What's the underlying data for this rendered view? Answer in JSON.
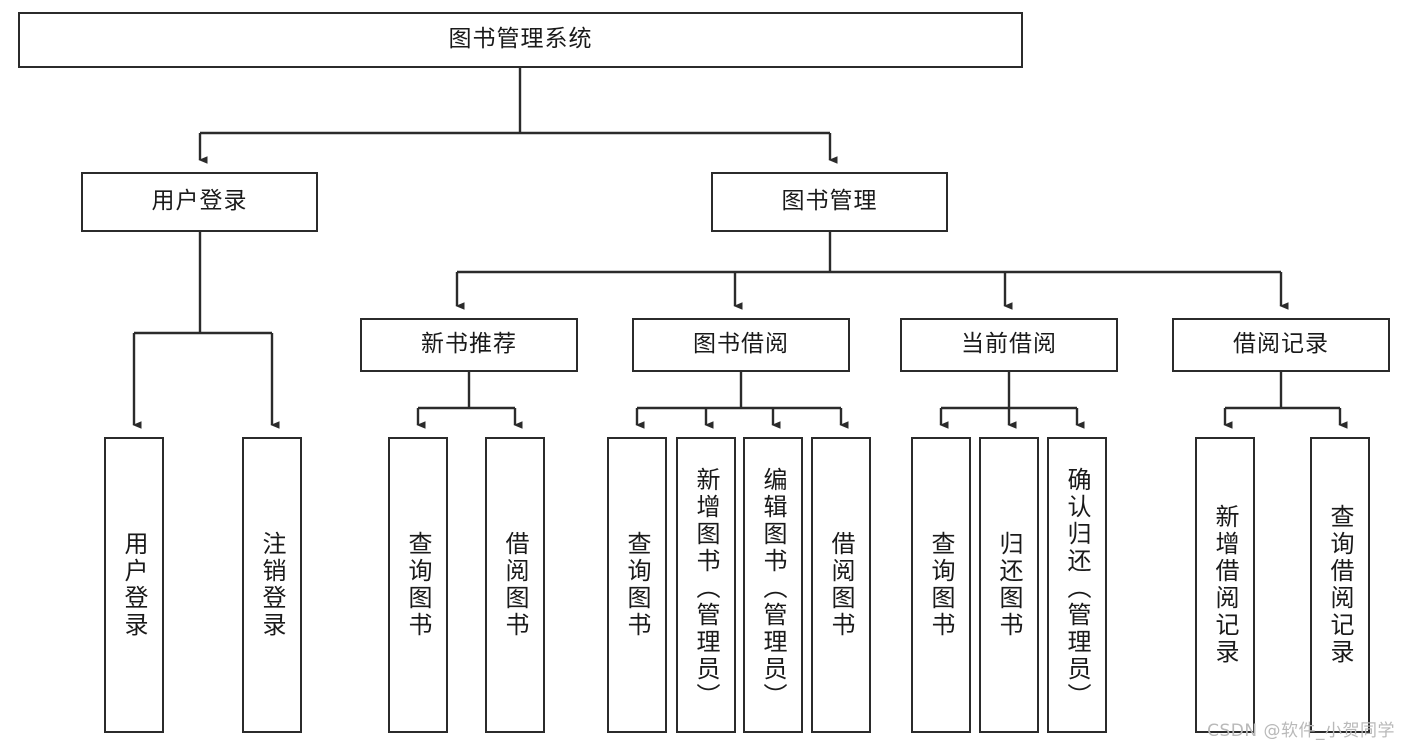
{
  "diagram": {
    "type": "hierarchy-tree",
    "title": "图书管理系统",
    "root": {
      "id": "root",
      "label": "图书管理系统",
      "orientation": "horizontal"
    },
    "level1": [
      {
        "id": "user-login",
        "label": "用户登录",
        "orientation": "horizontal"
      },
      {
        "id": "book-management",
        "label": "图书管理",
        "orientation": "horizontal"
      }
    ],
    "level2": [
      {
        "id": "new-book-recommend",
        "label": "新书推荐",
        "orientation": "horizontal",
        "parent": "book-management"
      },
      {
        "id": "book-borrow",
        "label": "图书借阅",
        "orientation": "horizontal",
        "parent": "book-management"
      },
      {
        "id": "current-borrow",
        "label": "当前借阅",
        "orientation": "horizontal",
        "parent": "book-management"
      },
      {
        "id": "borrow-record",
        "label": "借阅记录",
        "orientation": "horizontal",
        "parent": "book-management"
      }
    ],
    "leaves": [
      {
        "id": "leaf-user-login",
        "label": "用户登录",
        "parent": "user-login",
        "orientation": "vertical"
      },
      {
        "id": "leaf-user-logout",
        "label": "注销登录",
        "parent": "user-login",
        "orientation": "vertical"
      },
      {
        "id": "leaf-query-book-1",
        "label": "查询图书",
        "parent": "new-book-recommend",
        "orientation": "vertical"
      },
      {
        "id": "leaf-borrow-book-1",
        "label": "借阅图书",
        "parent": "new-book-recommend",
        "orientation": "vertical"
      },
      {
        "id": "leaf-query-book-2",
        "label": "查询图书",
        "parent": "book-borrow",
        "orientation": "vertical"
      },
      {
        "id": "leaf-add-book",
        "label": "新增图书（管理员）",
        "parent": "book-borrow",
        "orientation": "vertical"
      },
      {
        "id": "leaf-edit-book",
        "label": "编辑图书（管理员）",
        "parent": "book-borrow",
        "orientation": "vertical"
      },
      {
        "id": "leaf-borrow-book-2",
        "label": "借阅图书",
        "parent": "book-borrow",
        "orientation": "vertical"
      },
      {
        "id": "leaf-query-book-3",
        "label": "查询图书",
        "parent": "current-borrow",
        "orientation": "vertical"
      },
      {
        "id": "leaf-return-book",
        "label": "归还图书",
        "parent": "current-borrow",
        "orientation": "vertical"
      },
      {
        "id": "leaf-confirm-return",
        "label": "确认归还（管理员）",
        "parent": "current-borrow",
        "orientation": "vertical"
      },
      {
        "id": "leaf-add-record",
        "label": "新增借阅记录",
        "parent": "borrow-record",
        "orientation": "vertical"
      },
      {
        "id": "leaf-query-record",
        "label": "查询借阅记录",
        "parent": "borrow-record",
        "orientation": "vertical"
      }
    ],
    "colors": {
      "background": "#ffffff",
      "node_fill": "#ffffff",
      "node_border": "#2b2b2b",
      "edge": "#2b2b2b",
      "text": "#1a1a1a",
      "watermark": "#b9b9b9"
    }
  },
  "watermark": {
    "text": "CSDN @软件_小贺同学"
  }
}
